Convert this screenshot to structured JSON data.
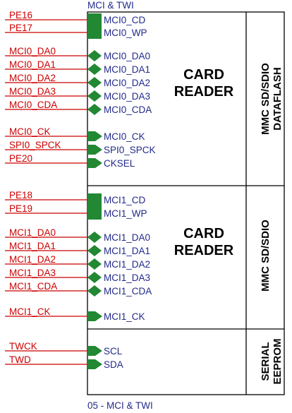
{
  "header": {
    "title": "MCI & TWI"
  },
  "footer": {
    "caption": "05 - MCI & TWI"
  },
  "colors": {
    "net": "#cc0000",
    "pin_text": "#222a88",
    "pin_marker": "#228833",
    "frame": "#000000"
  },
  "sections": {
    "card1": {
      "main_line1": "CARD",
      "main_line2": "READER",
      "side_line1": "MMC SD/SDIO",
      "side_line2": "DATAFLASH",
      "pins": [
        {
          "pin": "MCI0_CD",
          "net": "PE16",
          "marker": "rect"
        },
        {
          "pin": "MCI0_WP",
          "net": "PE17",
          "marker": "rect"
        },
        {
          "pin": "MCI0_DA0",
          "net": "MCI0_DA0",
          "marker": "diamond"
        },
        {
          "pin": "MCI0_DA1",
          "net": "MCI0_DA1",
          "marker": "diamond"
        },
        {
          "pin": "MCI0_DA2",
          "net": "MCI0_DA2",
          "marker": "diamond"
        },
        {
          "pin": "MCI0_DA3",
          "net": "MCI0_DA3",
          "marker": "diamond"
        },
        {
          "pin": "MCI0_CDA",
          "net": "MCI0_CDA",
          "marker": "diamond"
        },
        {
          "pin": "MCI0_CK",
          "net": "MCI0_CK",
          "marker": "arrow"
        },
        {
          "pin": "SPI0_SPCK",
          "net": "SPI0_SPCK",
          "marker": "arrow"
        },
        {
          "pin": "CKSEL",
          "net": "PE20",
          "marker": "arrow"
        }
      ]
    },
    "card2": {
      "main_line1": "CARD",
      "main_line2": "READER",
      "side_line1": "MMC SD/SDIO",
      "pins": [
        {
          "pin": "MCI1_CD",
          "net": "PE18",
          "marker": "rect"
        },
        {
          "pin": "MCI1_WP",
          "net": "PE19",
          "marker": "rect"
        },
        {
          "pin": "MCI1_DA0",
          "net": "MCI1_DA0",
          "marker": "diamond"
        },
        {
          "pin": "MCI1_DA1",
          "net": "MCI1_DA1",
          "marker": "diamond"
        },
        {
          "pin": "MCI1_DA2",
          "net": "MCI1_DA2",
          "marker": "diamond"
        },
        {
          "pin": "MCI1_DA3",
          "net": "MCI1_DA3",
          "marker": "diamond"
        },
        {
          "pin": "MCI1_CDA",
          "net": "MCI1_CDA",
          "marker": "diamond"
        },
        {
          "pin": "MCI1_CK",
          "net": "MCI1_CK",
          "marker": "arrow"
        }
      ]
    },
    "eeprom": {
      "side_line1": "SERIAL",
      "side_line2": "EEPROM",
      "pins": [
        {
          "pin": "SCL",
          "net": "TWCK",
          "marker": "arrow"
        },
        {
          "pin": "SDA",
          "net": "TWD",
          "marker": "arrow"
        }
      ]
    }
  }
}
